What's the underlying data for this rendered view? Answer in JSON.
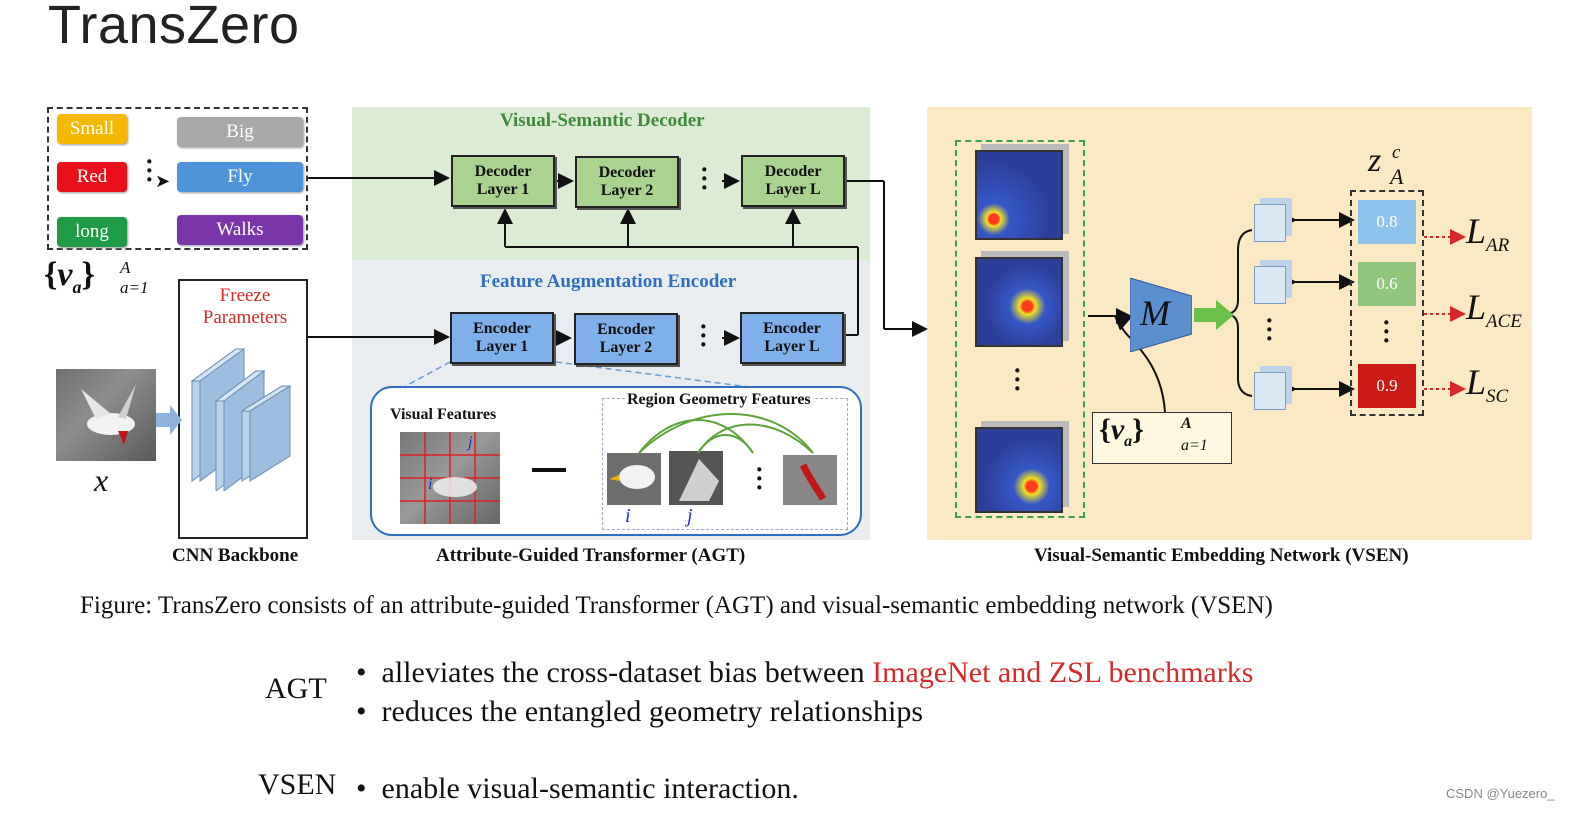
{
  "title": "TransZero",
  "attributes": {
    "items": [
      {
        "label": "Small",
        "color": "#f5b800"
      },
      {
        "label": "Big",
        "color": "#a9a9a9"
      },
      {
        "label": "Red",
        "color": "#e8101a"
      },
      {
        "label": "Fly",
        "color": "#4f93d8"
      },
      {
        "label": "long",
        "color": "#1f9a45"
      },
      {
        "label": "Walks",
        "color": "#7a35a8"
      }
    ],
    "set_label_open": "{",
    "set_label_var": "v",
    "set_label_sub": "a",
    "set_label_close": "}",
    "set_sup": "A",
    "set_sub": "a=1"
  },
  "input_label": "x",
  "cnn": {
    "freeze_text": "Freeze Parameters",
    "caption": "CNN Backbone"
  },
  "agt": {
    "decoder_title": "Visual-Semantic Decoder",
    "encoder_title": "Feature Augmentation Encoder",
    "decoder_layers": [
      "Decoder Layer 1",
      "Decoder Layer 2",
      "Decoder Layer L"
    ],
    "encoder_layers": [
      "Encoder Layer 1",
      "Encoder Layer 2",
      "Encoder Layer L"
    ],
    "visual_features": "Visual Features",
    "region_geometry": "Region Geometry Features",
    "idx_i": "i",
    "idx_j": "j",
    "caption": "Attribute-Guided Transformer (AGT)"
  },
  "vsen": {
    "mapping_symbol": "M",
    "z_label": "z",
    "z_sup": "c",
    "z_sub": "A",
    "scores": [
      {
        "value": "0.8",
        "color": "#8fc3ec"
      },
      {
        "value": "0.6",
        "color": "#8ec77d"
      },
      {
        "value": "0.9",
        "color": "#cc1b14"
      }
    ],
    "losses": [
      {
        "main": "L",
        "sub": "AR"
      },
      {
        "main": "L",
        "sub": "ACE"
      },
      {
        "main": "L",
        "sub": "SC"
      }
    ],
    "caption": "Visual-Semantic Embedding Network (VSEN)"
  },
  "figure_caption": "Figure: TransZero consists of an attribute-guided Transformer (AGT) and visual-semantic embedding network (VSEN)",
  "bullets": {
    "agt_label": "AGT",
    "agt_line1_a": "alleviates the cross-dataset bias between ",
    "agt_line1_b": "ImageNet and ZSL benchmarks",
    "agt_line2": "reduces the entangled geometry relationships",
    "vsen_label": "VSEN",
    "vsen_line1": "enable visual-semantic interaction."
  },
  "watermark": "CSDN @Yuezero_",
  "colors": {
    "accent_red": "#d8282a",
    "decoder_green": "#a9d38f",
    "encoder_blue": "#7fb0ea",
    "vsen_bg": "#fbe9c3"
  }
}
